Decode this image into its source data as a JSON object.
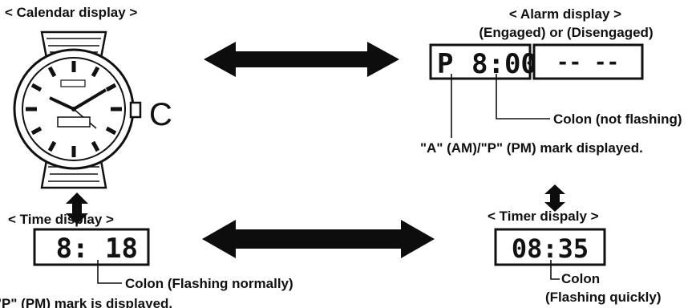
{
  "headers": {
    "calendar": "< Calendar display >",
    "alarm": "< Alarm display >",
    "alarm_states": "(Engaged) or (Disengaged)",
    "time": "< Time display >",
    "timer": "< Timer dispaly >"
  },
  "watch": {
    "crown_label": "C",
    "icon": "wristwatch-icon"
  },
  "alarm": {
    "engaged_mark": "P",
    "engaged_time": "8:00",
    "disengaged_text": "-- --",
    "colon_note": "Colon (not flashing)",
    "mark_note": "\"A\" (AM)/\"P\" (PM) mark displayed."
  },
  "time": {
    "value": "8: 18",
    "colon_note": "Colon (Flashing normally)"
  },
  "timer": {
    "value": "08:35",
    "colon_note_1": "Colon",
    "colon_note_2": "(Flashing quickly)"
  },
  "footer_fragment": "\"P\" (PM) mark is displayed.",
  "colors": {
    "ink": "#111111",
    "arrow": "#0d0d0d",
    "background": "#ffffff"
  }
}
